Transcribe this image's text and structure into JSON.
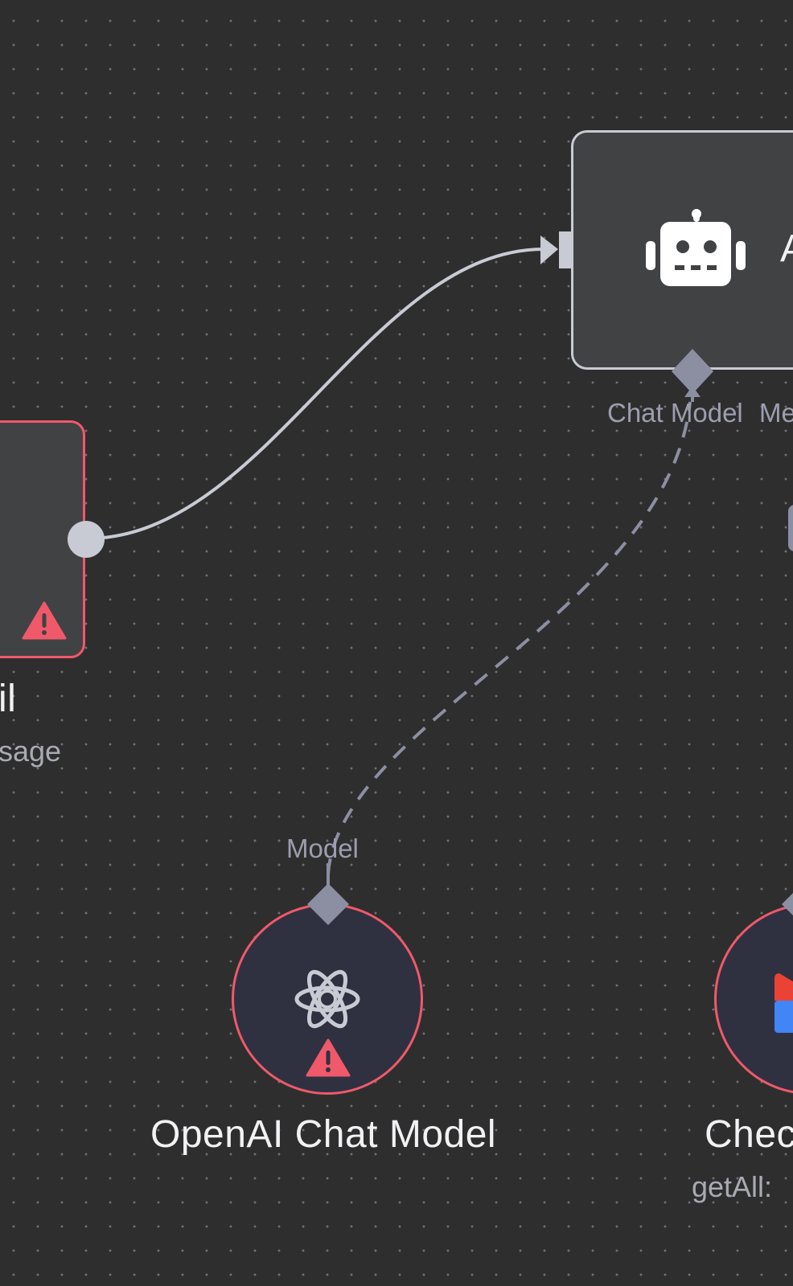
{
  "canvas": {
    "background": "#2e2e2f",
    "dot_color": "#6e6e73",
    "error_color": "#f0596a",
    "connection_color": "#c8cbd3",
    "dashed_connection_color": "#8c8ea2"
  },
  "nodes": {
    "agent": {
      "title_fragment": "A",
      "icon": "robot-icon"
    },
    "gmail": {
      "title_fragment": "il",
      "subtitle_fragment": "sage",
      "icon": "gmail-icon",
      "status_icon": "warning-icon"
    },
    "openai": {
      "title": "OpenAI Chat Model",
      "icon": "openai-icon",
      "status_icon": "warning-icon"
    },
    "calendar": {
      "title_fragment": "Chec",
      "subtitle_fragment": "getAll:",
      "icon": "google-calendar-icon",
      "status_icon": "warning-icon"
    }
  },
  "handles": {
    "agent_chat_model_label": "Chat Model",
    "agent_memory_label_fragment": "Me",
    "openai_model_label": "Model"
  }
}
